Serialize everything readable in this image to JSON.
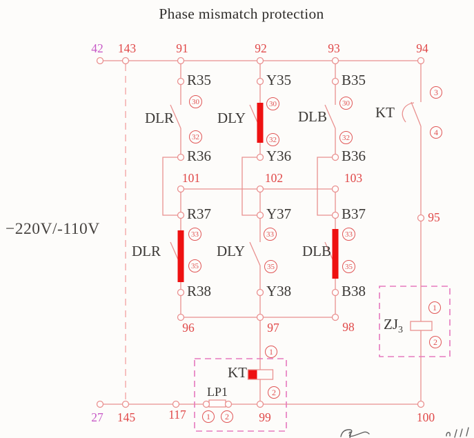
{
  "title": "Phase mismatch protection",
  "voltage_label": "−220V/-110V",
  "bus_top": {
    "n42": "42",
    "n143": "143",
    "n91": "91",
    "n92": "92",
    "n93": "93",
    "n94": "94"
  },
  "bus_mid": {
    "n101": "101",
    "n102": "102",
    "n103": "103"
  },
  "n95": "95",
  "bus_low": {
    "n96": "96",
    "n97": "97",
    "n98": "98"
  },
  "bus_bottom": {
    "n27": "27",
    "n145": "145",
    "n117": "117",
    "n99": "99",
    "n100": "100"
  },
  "terminals": {
    "r35": "R35",
    "y35": "Y35",
    "b35": "B35",
    "r36": "R36",
    "y36": "Y36",
    "b36": "B36",
    "r37": "R37",
    "y37": "Y37",
    "b37": "B37",
    "r38": "R38",
    "y38": "Y38",
    "b38": "B38"
  },
  "contacts": {
    "dlr_upper": {
      "label": "DLR",
      "top_pin": "30",
      "bottom_pin": "32",
      "highlighted": false
    },
    "dly_upper": {
      "label": "DLY",
      "top_pin": "30",
      "bottom_pin": "32",
      "highlighted": true
    },
    "dlb_upper": {
      "label": "DLB",
      "top_pin": "30",
      "bottom_pin": "32",
      "highlighted": false
    },
    "kt": {
      "label": "KT",
      "top_pin": "3",
      "bottom_pin": "4",
      "highlighted": false
    },
    "dlr_lower": {
      "label": "DLR",
      "top_pin": "33",
      "bottom_pin": "35",
      "highlighted": true
    },
    "dly_lower": {
      "label": "DLY",
      "top_pin": "33",
      "bottom_pin": "35",
      "highlighted": false
    },
    "dlb_lower": {
      "label": "DLB",
      "top_pin": "33",
      "bottom_pin": "35",
      "highlighted": true
    }
  },
  "coils": {
    "kt": {
      "label": "KT",
      "top_pin": "1",
      "bottom_pin": "2"
    },
    "zj3": {
      "label": "ZJ",
      "sub": "3",
      "top_pin": "1",
      "bottom_pin": "2"
    }
  },
  "link": {
    "label": "LP1",
    "left_pin": "1",
    "right_pin": "2"
  },
  "colors": {
    "wire": "#e9908f",
    "wire_dashed": "#f2a6a6",
    "number_red": "#e04848",
    "number_magenta": "#c75ac7",
    "highlight_red": "#ee1111",
    "dashed_box": "#e678be",
    "text_black": "#3b3835"
  }
}
